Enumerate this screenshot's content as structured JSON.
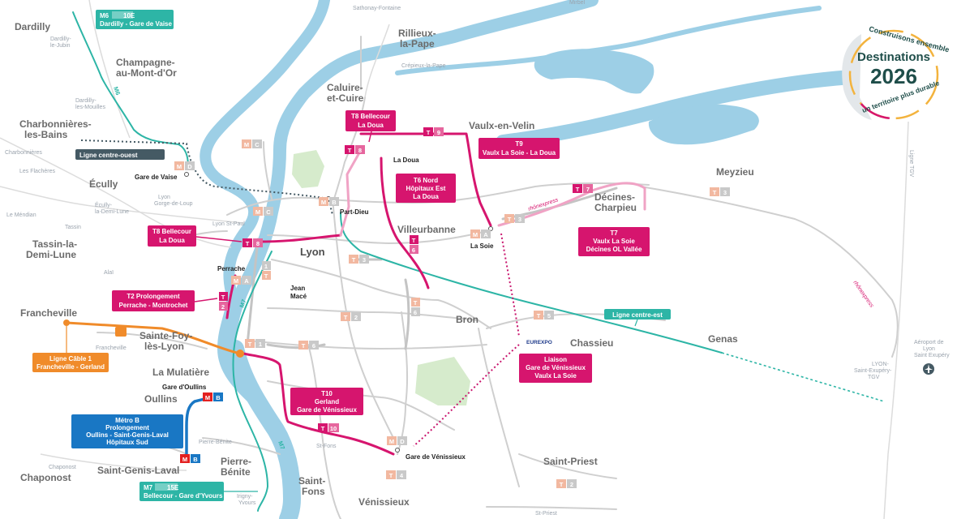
{
  "colors": {
    "river": "#9dcfe6",
    "road": "#c9c9c9",
    "park": "#d6ebcc",
    "tram": "#d6156e",
    "tram_light": "#f0a3c5",
    "metro_b": "#1977c4",
    "metro_d_m7": "#2db5a6",
    "cable": "#f08b2a",
    "badge_grey": "#f2b8a0",
    "callout_magenta": "#d6156e",
    "callout_teal": "#2db5a6",
    "callout_blue": "#1977c4",
    "callout_orange": "#f08b2a",
    "callout_dark": "#455a64"
  },
  "places": {
    "dardilly": "Dardilly",
    "champagne": [
      "Champagne-",
      "au-Mont-d'Or"
    ],
    "charbonnieres": [
      "Charbonnières-",
      "les-Bains"
    ],
    "ecully": "Écully",
    "tassin": [
      "Tassin-la-",
      "Demi-Lune"
    ],
    "francheville": "Francheville",
    "sainte_foy": [
      "Sainte-Foy-",
      "lès-Lyon"
    ],
    "la_mulatiere": "La Mulatière",
    "oullins": "Oullins",
    "chaponost": "Chaponost",
    "saint_genis": "Saint-Genis-Laval",
    "pierre_benite": [
      "Pierre-",
      "Bénite"
    ],
    "saint_fons": [
      "Saint-",
      "Fons"
    ],
    "venissieux": "Vénissieux",
    "saint_priest": "Saint-Priest",
    "bron": "Bron",
    "chassieu": "Chassieu",
    "genas": "Genas",
    "meyzieu": "Meyzieu",
    "decines": [
      "Décines-",
      "Charpieu"
    ],
    "vaulx": "Vaulx-en-Velin",
    "villeurbanne": "Villeurbanne",
    "caluire": [
      "Caluire-",
      "et-Cuire"
    ],
    "rillieux": [
      "Rillieux-",
      "la-Pape"
    ],
    "lyon": "Lyon"
  },
  "small_places": {
    "sathonay": "Sathonay-Fontaine",
    "mirbel": "Mirbel",
    "crepieux": "Crépieux-la-Pape",
    "dardilly_le_jubin": [
      "Dardilly-",
      "le-Jubin"
    ],
    "dardilly_les_mouilles": [
      "Dardilly-",
      "les-Mouilles"
    ],
    "charbonnieres_sm": "Charbonnières",
    "les_flacheres": "Les Flachères",
    "le_mendiant": "Le Méndian",
    "ecully_dl": [
      "Écully-",
      "la-Demi-Lune"
    ],
    "lyon_gorge": [
      "Lyon",
      "Gorge-de-Loup"
    ],
    "lyon_st_paul": "Lyon St-Paul",
    "tassin_sm": "Tassin",
    "alai": "Alaï",
    "francheville_sm": "Francheville",
    "chaponost_sm": "Chaponost",
    "pierre_benite_sm": "Pierre-Bénite",
    "irigny": [
      "Irigny-",
      "Yvours"
    ],
    "st_fons_sm": "St-Fons",
    "st_priest_sm": "St-Priest",
    "airport_label": [
      "Aéroport de",
      "Lyon",
      "Saint Exupéry"
    ],
    "lyon_st_exupery": [
      "LYON-",
      "Saint-Exupéry-",
      "TGV"
    ],
    "ligne_tgv": "Ligne TGV"
  },
  "stops": {
    "gare_de_vaise": "Gare de Vaise",
    "part_dieu": "Part-Dieu",
    "la_doua": "La Doua",
    "la_soie": "La Soie",
    "perrache": "Perrache",
    "jean_mace": [
      "Jean",
      "Macé"
    ],
    "gare_oullins": "Gare d'Oullins",
    "gare_venissieux": "Gare de Vénissieux",
    "eurexpo": "EUREXPO"
  },
  "callouts": {
    "m6": {
      "line1": "M6",
      "tag": "10E",
      "line2": "Dardilly - Gare de Vaise"
    },
    "centre_ouest": "Ligne centre-ouest",
    "t8_top": [
      "T8 Bellecour",
      "La Doua"
    ],
    "t9": [
      "T9",
      "Vaulx La Soie - La Doua"
    ],
    "t6_nord": [
      "T6 Nord",
      "Hôpitaux Est",
      "La Doua"
    ],
    "t8_left": [
      "T8 Bellecour",
      "La Doua"
    ],
    "t7": [
      "T7",
      "Vaulx La Soie",
      "Décines OL Vallée"
    ],
    "t2_prolong": [
      "T2 Prolongement",
      "Perrache - Montrochet"
    ],
    "centre_est": "Ligne centre-est",
    "cable": [
      "Ligne Câble 1",
      "Francheville - Gerland"
    ],
    "liaison": [
      "Liaison",
      "Gare de Vénissieux",
      "Vaulx La Soie"
    ],
    "t10": [
      "T10",
      "Gerland",
      "Gare de Vénissieux"
    ],
    "metro_b": [
      "Métro B",
      "Prolongement",
      "Oullins - Saint-Genis-Laval",
      "Hôpitaux Sud"
    ],
    "m7": {
      "line1": "M7",
      "tag": "15E",
      "line2": "Bellecour - Gare d'Yvours"
    }
  },
  "line_badges": {
    "t8": "T8",
    "t9": "T9",
    "t7": "T7",
    "t6": "T6",
    "t10": "T10",
    "t2": "T2",
    "t3": "T3",
    "t1": "T1",
    "t5": "T5",
    "t4": "T4",
    "m": "M",
    "c": "C",
    "d": "D",
    "a": "A",
    "b": "B",
    "m7": "M7",
    "m6": "M6",
    "rhonexpress": "rhônexpress"
  },
  "logo": {
    "top": "Construisons ensemble",
    "title": "Destinations",
    "year": "2026",
    "bottom": "un territoire plus durable"
  }
}
